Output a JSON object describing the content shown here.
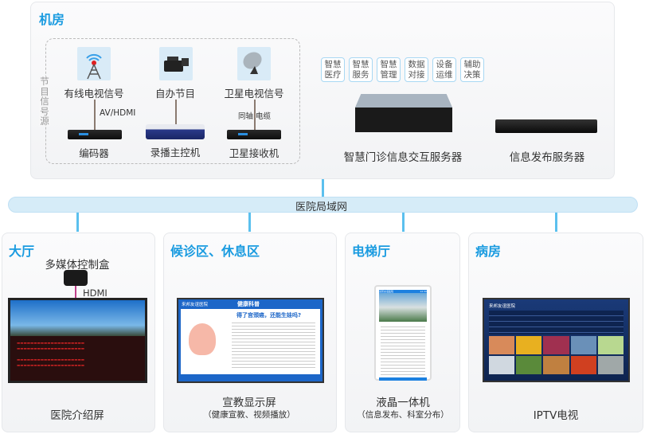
{
  "machine_room": {
    "title": "机房",
    "source_label": "节目信号源",
    "sources": [
      {
        "label": "有线电视信号",
        "icon": "antenna-tower-icon",
        "device": "编码器",
        "connection": "AV/HDMI"
      },
      {
        "label": "自办节目",
        "icon": "video-camera-icon",
        "device": "录播主控机",
        "connection": ""
      },
      {
        "label": "卫星电视信号",
        "icon": "satellite-dish-icon",
        "device": "卫星接收机",
        "connection": "同轴 电缆"
      }
    ],
    "tags": [
      [
        "智慧",
        "医疗"
      ],
      [
        "智慧",
        "服务"
      ],
      [
        "智慧",
        "管理"
      ],
      [
        "数据",
        "对接"
      ],
      [
        "设备",
        "运维"
      ],
      [
        "辅助",
        "决策"
      ]
    ],
    "servers": [
      "智慧门诊信息交互服务器",
      "信息发布服务器"
    ]
  },
  "network": {
    "label": "医院局域网"
  },
  "zones": [
    {
      "title": "大厅",
      "box": "多媒体控制盒",
      "connection": "HDMI",
      "device": "医院介绍屏",
      "sub": ""
    },
    {
      "title": "候诊区、休息区",
      "device": "宣教显示屏",
      "sub": "（健康宣教、视频播放）",
      "screen_header": "来邦友谊医院",
      "screen_title": "健康科普",
      "screen_headline": "得了宫颈癌，还能生娃吗?"
    },
    {
      "title": "电梯厅",
      "device": "液晶一体机",
      "sub": "（信息发布、科室分布）",
      "screen_header": "来邦友谊医院",
      "screen_time": "12:30"
    },
    {
      "title": "病房",
      "device": "IPTV电视",
      "sub": "",
      "screen_header": "来邦友谊医院"
    }
  ],
  "colors": {
    "accent": "#1a9be0",
    "network": "#d6ecf8",
    "connector": "#5bc0ee"
  }
}
